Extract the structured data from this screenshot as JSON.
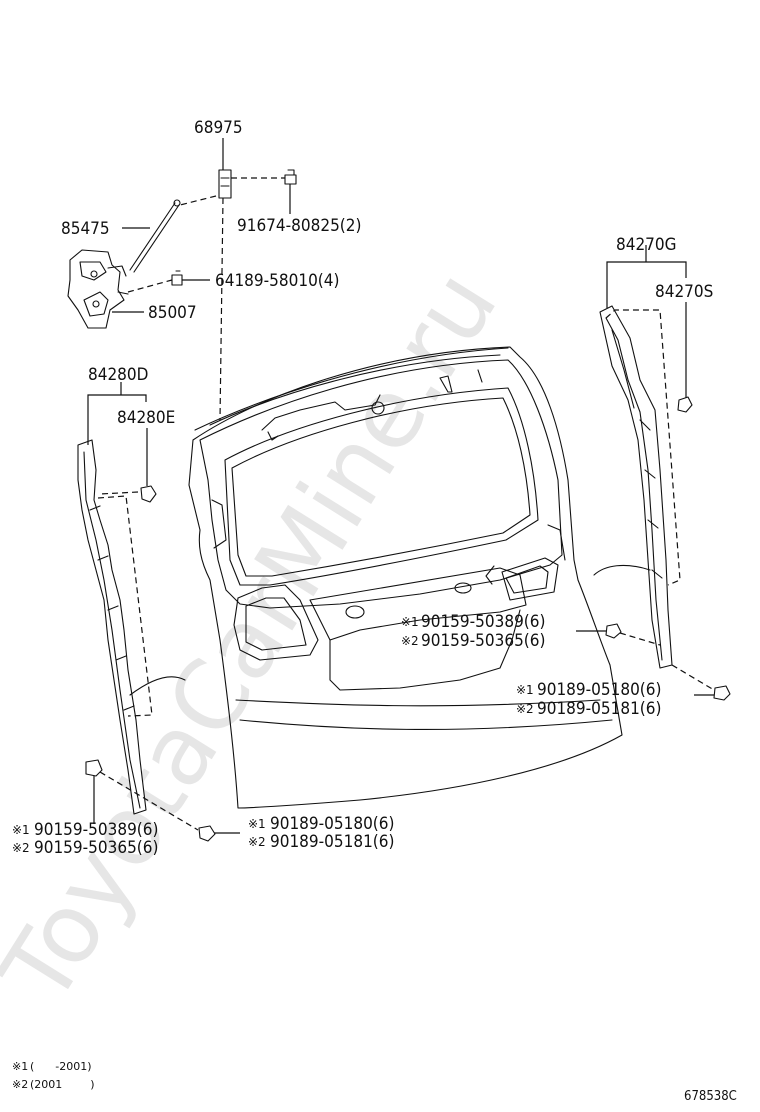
{
  "watermark": "ToyotaCarMine.ru",
  "diagram_code": "678538C",
  "markers": {
    "m1": "※1",
    "m2": "※2"
  },
  "footnotes": [
    {
      "mark": "※1",
      "text": "(      -2001)"
    },
    {
      "mark": "※2",
      "text": "(2001        )"
    }
  ],
  "parts": {
    "p68975": "68975",
    "p91674": "91674-80825(2)",
    "p85475": "85475",
    "p64189": "64189-58010(4)",
    "p85007": "85007",
    "p84270g": "84270G",
    "p84270s": "84270S",
    "p84280d": "84280D",
    "p84280e": "84280E",
    "right_nut": {
      "m1": "90159-50389(6)",
      "m2": "90159-50365(6)"
    },
    "right_clip": {
      "m1": "90189-05180(6)",
      "m2": "90189-05181(6)"
    },
    "left_nut": {
      "m1": "90159-50389(6)",
      "m2": "90159-50365(6)"
    },
    "left_clip": {
      "m1": "90189-05180(6)",
      "m2": "90189-05181(6)"
    }
  }
}
